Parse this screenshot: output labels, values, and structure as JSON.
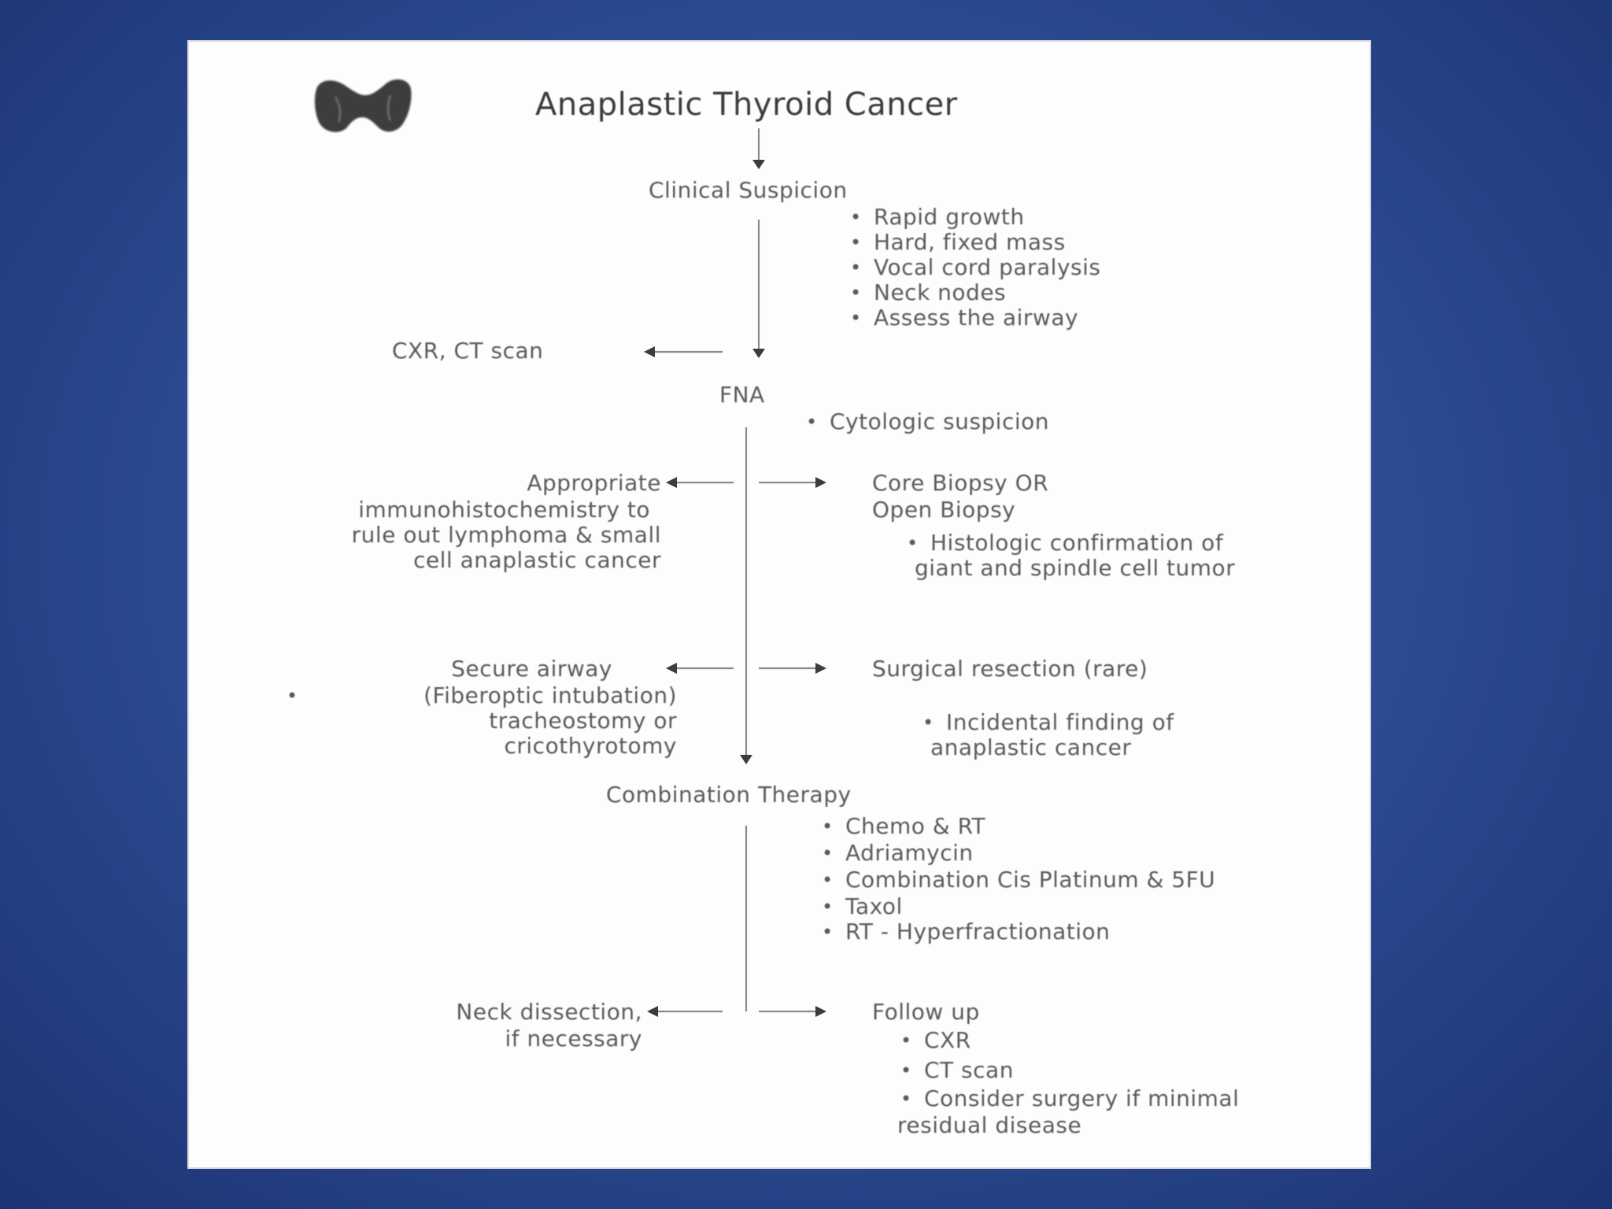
{
  "title": "Anaplastic Thyroid Cancer",
  "icon": "thyroid-gland-icon",
  "colors": {
    "background": "#2f4f98",
    "slide": "#fdfdfd",
    "text": "#5b5b5b"
  },
  "clinical": {
    "heading": "Clinical Suspicion",
    "bullets": [
      "Rapid growth",
      "Hard, fixed mass",
      "Vocal cord paralysis",
      "Neck nodes",
      "Assess the airway"
    ]
  },
  "imaging": "CXR, CT scan",
  "fna": {
    "heading": "FNA",
    "bullets": [
      "Cytologic suspicion"
    ]
  },
  "ihc": {
    "lines": [
      "Appropriate",
      "immunohistochemistry to",
      "rule out lymphoma & small",
      "cell anaplastic cancer"
    ]
  },
  "biopsy": {
    "lines": [
      "Core Biopsy  OR",
      "Open Biopsy"
    ],
    "bullet": [
      "Histologic confirmation of",
      "giant and spindle cell tumor"
    ]
  },
  "airway": {
    "heading": "Secure airway",
    "bullet": [
      "(Fiberoptic intubation)",
      "tracheostomy or",
      "cricothyrotomy"
    ]
  },
  "surgery": {
    "heading": "Surgical resection (rare)",
    "bullet": [
      "Incidental finding of",
      "anaplastic cancer"
    ]
  },
  "combo": {
    "heading": "Combination Therapy",
    "bullets": [
      "Chemo & RT",
      "Adriamycin",
      "Combination Cis Platinum & 5FU",
      "Taxol",
      "RT - Hyperfractionation"
    ]
  },
  "neck": {
    "lines": [
      "Neck dissection,",
      "if necessary"
    ]
  },
  "followup": {
    "heading": "Follow up",
    "bullets": [
      "CXR",
      "CT scan"
    ],
    "last_bullet": [
      "Consider surgery if minimal",
      "residual disease"
    ]
  }
}
